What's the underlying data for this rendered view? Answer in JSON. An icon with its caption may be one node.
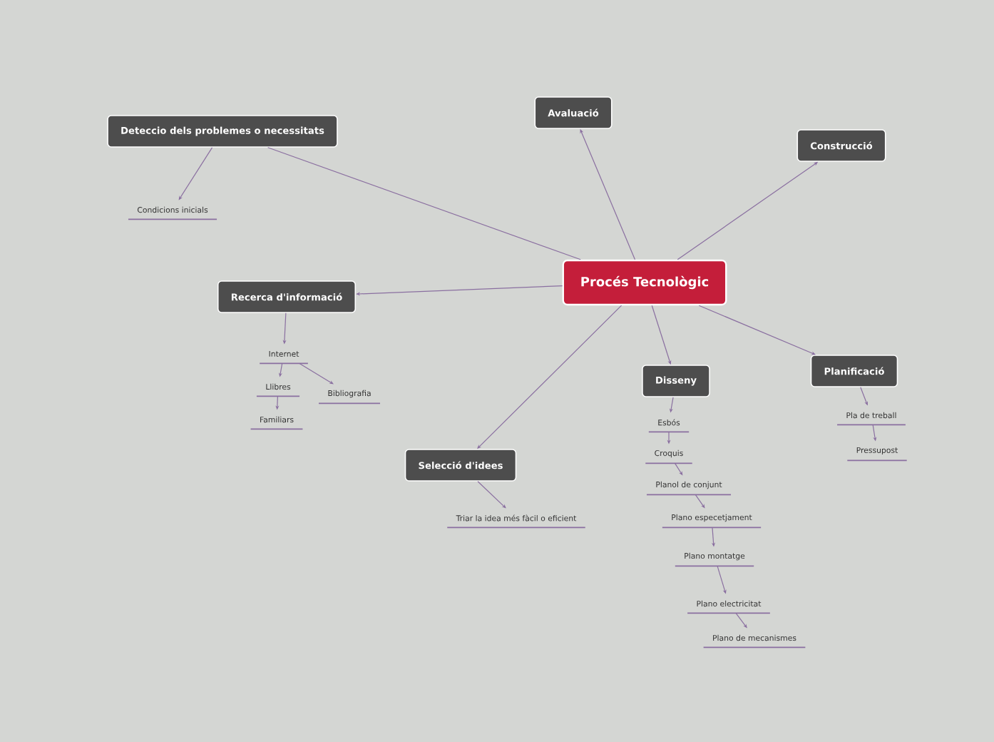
{
  "diagram": {
    "nodes": [
      {
        "text": [
          "Procés Tecnològic"
        ]
      },
      {
        "text": [
          "Deteccio dels problemes o necessitats"
        ]
      },
      {
        "text": [
          "Condicions inicials"
        ]
      },
      {
        "text": [
          "Avaluació"
        ]
      },
      {
        "text": [
          "Construcció"
        ]
      },
      {
        "text": [
          "Recerca d'informació"
        ]
      },
      {
        "text": [
          "Internet"
        ]
      },
      {
        "text": [
          "Llibres"
        ]
      },
      {
        "text": [
          "Familiars"
        ]
      },
      {
        "text": [
          "Bibliografia"
        ]
      },
      {
        "text": [
          "Selecció d'idees"
        ]
      },
      {
        "text": [
          "Triar la idea més fàcil o eficient"
        ]
      },
      {
        "text": [
          "Disseny"
        ]
      },
      {
        "text": [
          "Esbós"
        ]
      },
      {
        "text": [
          "Croquis"
        ]
      },
      {
        "text": [
          "Planol de conjunt"
        ]
      },
      {
        "text": [
          "Plano especetjament"
        ]
      },
      {
        "text": [
          "Plano montatge"
        ]
      },
      {
        "text": [
          "Plano electricitat"
        ]
      },
      {
        "text": [
          "Plano de mecanismes"
        ]
      },
      {
        "text": [
          "Planificació"
        ]
      },
      {
        "text": [
          "Pla de treball"
        ]
      },
      {
        "text": [
          "Pressupost"
        ]
      }
    ],
    "edges": [
      {
        "from": 0,
        "to": 1,
        "arrow": "none"
      },
      {
        "from": 1,
        "to": 2,
        "arrow": "to"
      },
      {
        "from": 0,
        "to": 3,
        "arrow": "to"
      },
      {
        "from": 0,
        "to": 4,
        "arrow": "to"
      },
      {
        "from": 0,
        "to": 5,
        "arrow": "to"
      },
      {
        "from": 5,
        "to": 6,
        "arrow": "to"
      },
      {
        "from": 6,
        "to": 7,
        "arrow": "to"
      },
      {
        "from": 7,
        "to": 8,
        "arrow": "to"
      },
      {
        "from": 6,
        "to": 9,
        "arrow": "to"
      },
      {
        "from": 0,
        "to": 10,
        "arrow": "to"
      },
      {
        "from": 10,
        "to": 11,
        "arrow": "to"
      },
      {
        "from": 0,
        "to": 12,
        "arrow": "to"
      },
      {
        "from": 12,
        "to": 13,
        "arrow": "to"
      },
      {
        "from": 13,
        "to": 14,
        "arrow": "to"
      },
      {
        "from": 14,
        "to": 15,
        "arrow": "to"
      },
      {
        "from": 15,
        "to": 16,
        "arrow": "to"
      },
      {
        "from": 16,
        "to": 17,
        "arrow": "to"
      },
      {
        "from": 17,
        "to": 18,
        "arrow": "to"
      },
      {
        "from": 18,
        "to": 19,
        "arrow": "to"
      },
      {
        "from": 0,
        "to": 20,
        "arrow": "to"
      },
      {
        "from": 20,
        "to": 21,
        "arrow": "to"
      },
      {
        "from": 21,
        "to": 22,
        "arrow": "to"
      }
    ]
  }
}
